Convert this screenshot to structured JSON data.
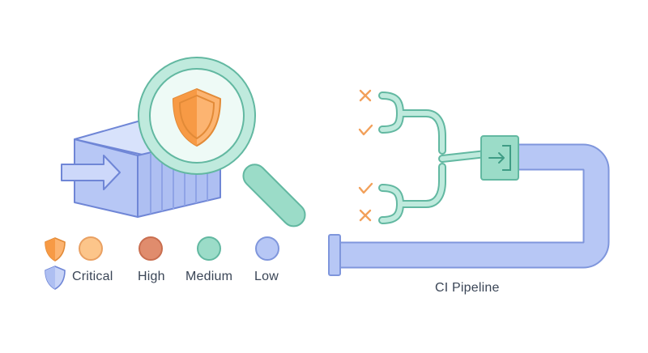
{
  "legend": {
    "items": [
      {
        "label": "Critical",
        "color": "#fcc58a"
      },
      {
        "label": "High",
        "color": "#e08c6d"
      },
      {
        "label": "Medium",
        "color": "#9bdcc8"
      },
      {
        "label": "Low",
        "color": "#b7c7f5"
      }
    ]
  },
  "pipeline": {
    "label": "CI Pipeline"
  },
  "icons": {
    "scanner": "magnifier-shield-icon",
    "container": "shipping-container-icon",
    "fail": "cross-icon",
    "pass": "check-icon",
    "merge": "merge-box-icon"
  },
  "colors": {
    "accent_orange": "#f5a04b",
    "accent_teal": "#9bdcc8",
    "container_blue": "#b7c7f5",
    "outline": "#6f86d6"
  }
}
